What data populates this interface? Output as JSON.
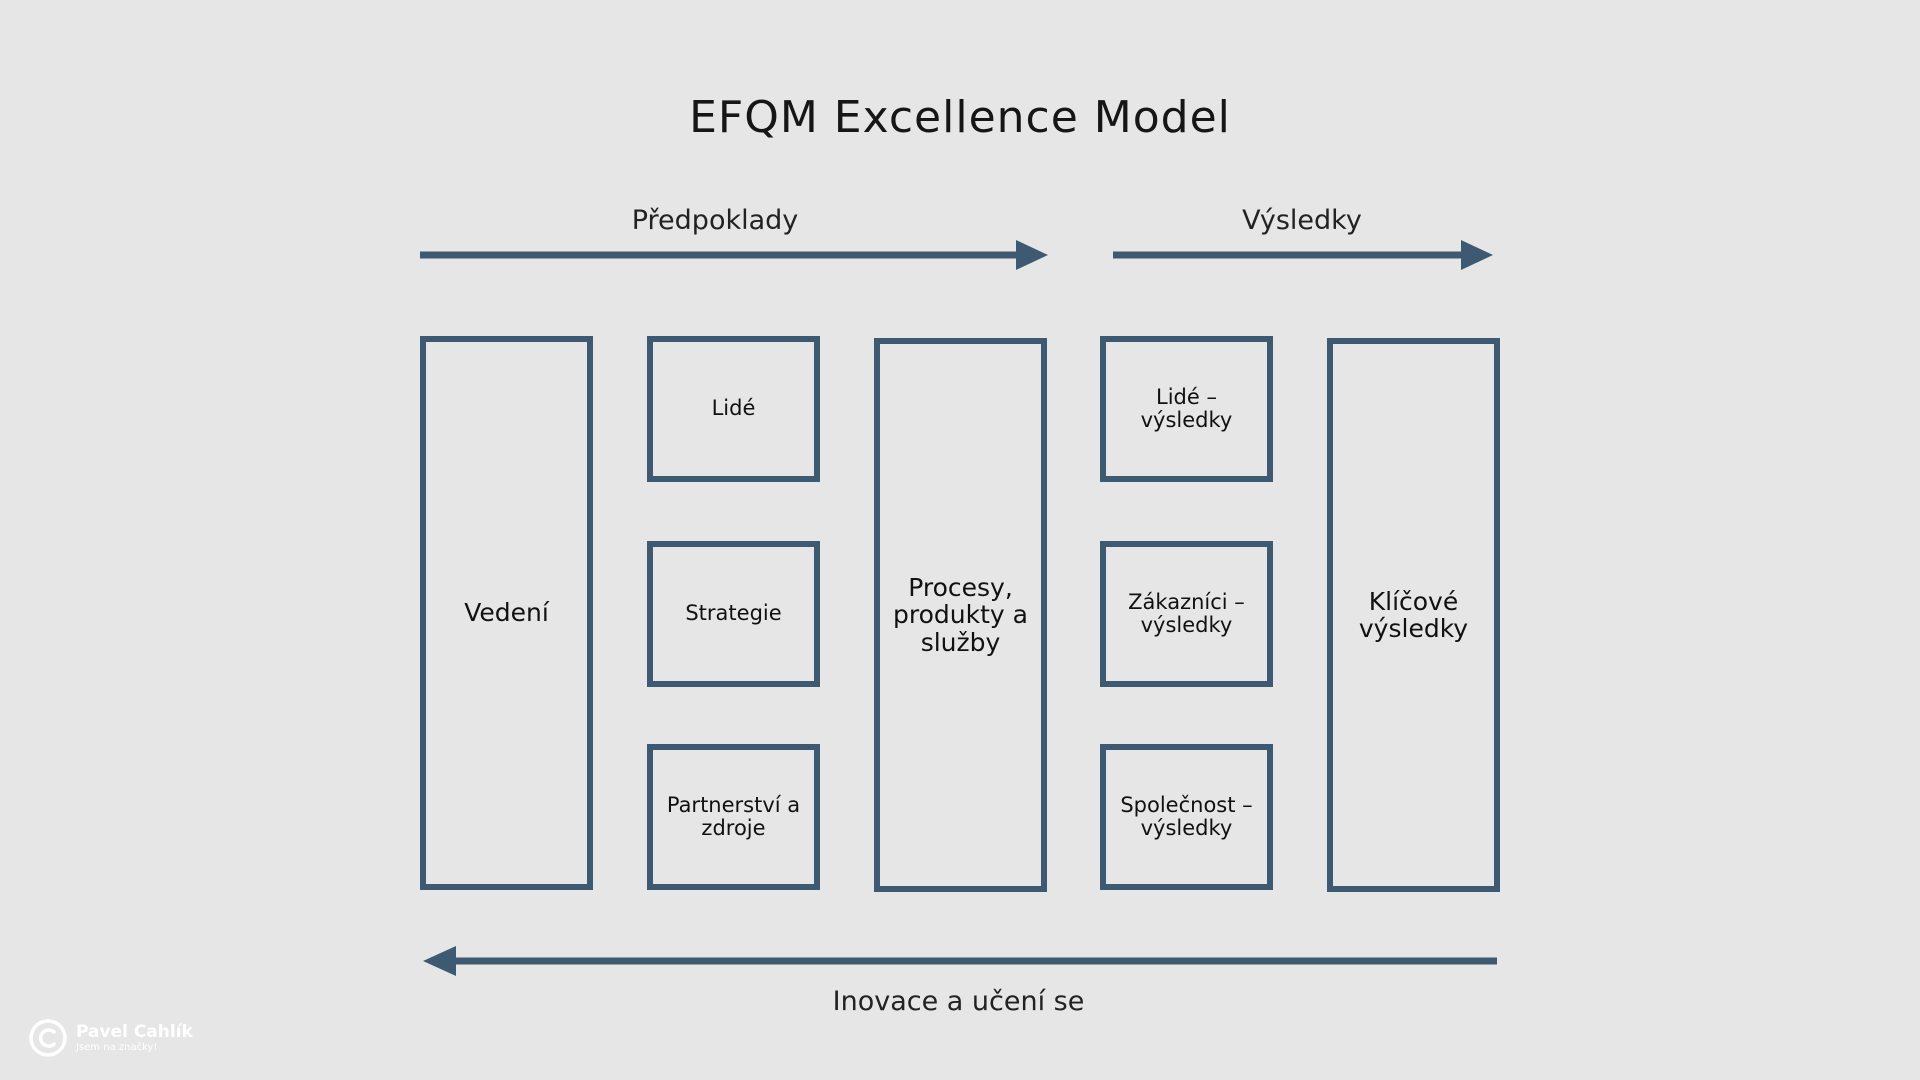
{
  "title": "EFQM Excellence Model",
  "flows": {
    "enablers_label": "Předpoklady",
    "results_label": "Výsledky",
    "feedback_label": "Inovace a učení se"
  },
  "boxes": {
    "vedeni": "Vedení",
    "lide": "Lidé",
    "strategie": "Strategie",
    "partnerstvi": "Partnerství a zdroje",
    "procesy": "Procesy, produkty a služby",
    "lide_vysledky": "Lidé – výsledky",
    "zakaznici_vysledky": "Zákazníci – výsledky",
    "spolecnost_vysledky": "Společnost – výsledky",
    "klicove_vysledky": "Klíčové výsledky"
  },
  "logo": {
    "name": "Pavel Cahlík",
    "tagline": "Jsem na značky!"
  },
  "colors": {
    "background": "#e6e6e6",
    "accent": "#3e5a73",
    "text": "#161616",
    "logo": "#ffffff"
  }
}
